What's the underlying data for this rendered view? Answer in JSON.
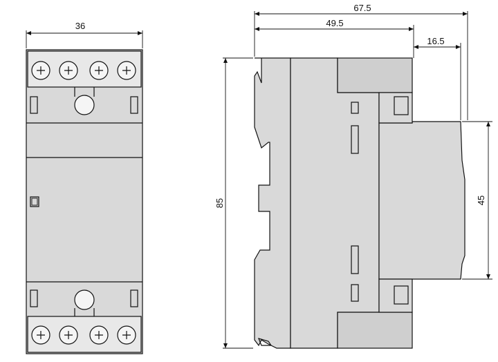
{
  "dimensions": {
    "width_front": "36",
    "depth_total": "67.5",
    "depth_mid": "49.5",
    "depth_step": "16.5",
    "height_total": "85",
    "height_front": "45"
  }
}
